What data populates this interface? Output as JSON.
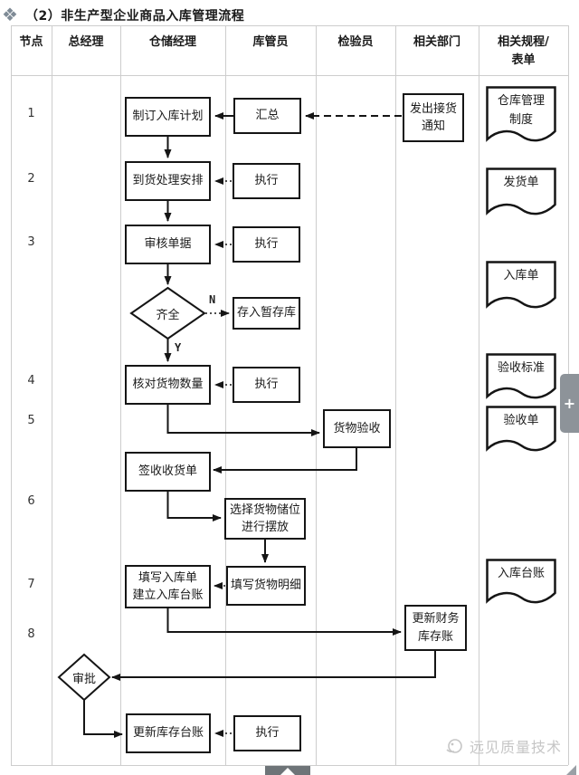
{
  "title": "（2）非生产型企业商品入库管理流程",
  "table": {
    "columns": [
      "节点",
      "总经理",
      "仓储经理",
      "库管员",
      "检验员",
      "相关部门",
      "相关规程/\n表单"
    ],
    "node_numbers": [
      "1",
      "2",
      "3",
      "4",
      "5",
      "6",
      "7",
      "8"
    ]
  },
  "flow": {
    "make_plan": "制订入库计划",
    "summarize": "汇总",
    "send_notice": "发出接货\n通知",
    "arrange_arrival": "到货处理安排",
    "execute": "执行",
    "review_docs": "审核单据",
    "decision_complete": "齐全",
    "label_n": "N",
    "label_y": "Y",
    "temp_storage": "存入暂存库",
    "check_quantity": "核对货物数量",
    "goods_inspection": "货物验收",
    "sign_receipt": "签收收货单",
    "choose_location": "选择货物储位\n进行摆放",
    "fill_goods_detail": "填写货物明细",
    "fill_warehouse_form": "填写入库单\n建立入库台账",
    "update_finance": "更新财务\n库存账",
    "decision_approve": "审批",
    "update_stock_ledger": "更新库存台账"
  },
  "documents": [
    {
      "label": "仓库管理\n制度"
    },
    {
      "label": "发货单"
    },
    {
      "label": "入库单"
    },
    {
      "label": "验收标准"
    },
    {
      "label": "验收单"
    },
    {
      "label": "入库台账"
    }
  ],
  "watermark": {
    "text": "远见质量技术"
  },
  "widgets": {
    "side_plus": "+"
  },
  "colors": {
    "line": "#151515",
    "grid": "#cdcdcd",
    "widget_gray": "#8d9399",
    "watermark_gray": "#c6c6c6"
  }
}
